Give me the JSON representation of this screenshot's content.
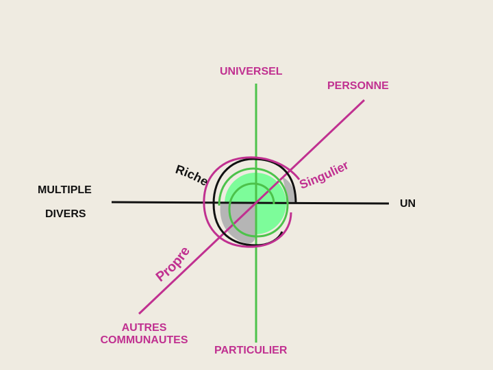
{
  "labels": {
    "universel": "UNIVERSEL",
    "personne": "PERSONNE",
    "multiple": "MULTIPLE",
    "divers": "DIVERS",
    "un": "UN",
    "autres": "AUTRES",
    "communautes": "COMMUNAUTES",
    "particulier": "PARTICULIER"
  },
  "curved_words": {
    "riche": "Riche",
    "singulier": "Singulier",
    "propre": "Propre"
  },
  "colors": {
    "background": "#efebe1",
    "green": "#4cc24a",
    "pink": "#c03090",
    "black": "#111111",
    "light_green_fill": "#7dfc9a",
    "gray_fill": "#b5b5b5"
  }
}
